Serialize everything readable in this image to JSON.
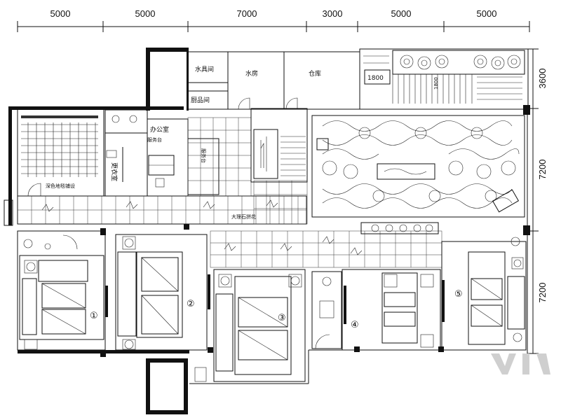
{
  "dimensions": {
    "top": [
      "5000",
      "5000",
      "7000",
      "3000",
      "5000",
      "5000"
    ],
    "right": [
      "3600",
      "7200",
      "7200"
    ],
    "inner": "1800"
  },
  "labels": {
    "water_room": "水具间",
    "water_house": "水房",
    "storage": "仓库",
    "pantry": "厨品间",
    "office": "办公室",
    "wardrobe": "更衣室",
    "office_sub": "服务台",
    "front_desk": "服务台",
    "corridor_note": "大理石拼花",
    "floor_note": "深色地毯铺设"
  },
  "room_numbers": [
    "①",
    "②",
    "③",
    "④",
    "⑤"
  ],
  "colors": {
    "line": "#111111",
    "background": "#ffffff"
  }
}
